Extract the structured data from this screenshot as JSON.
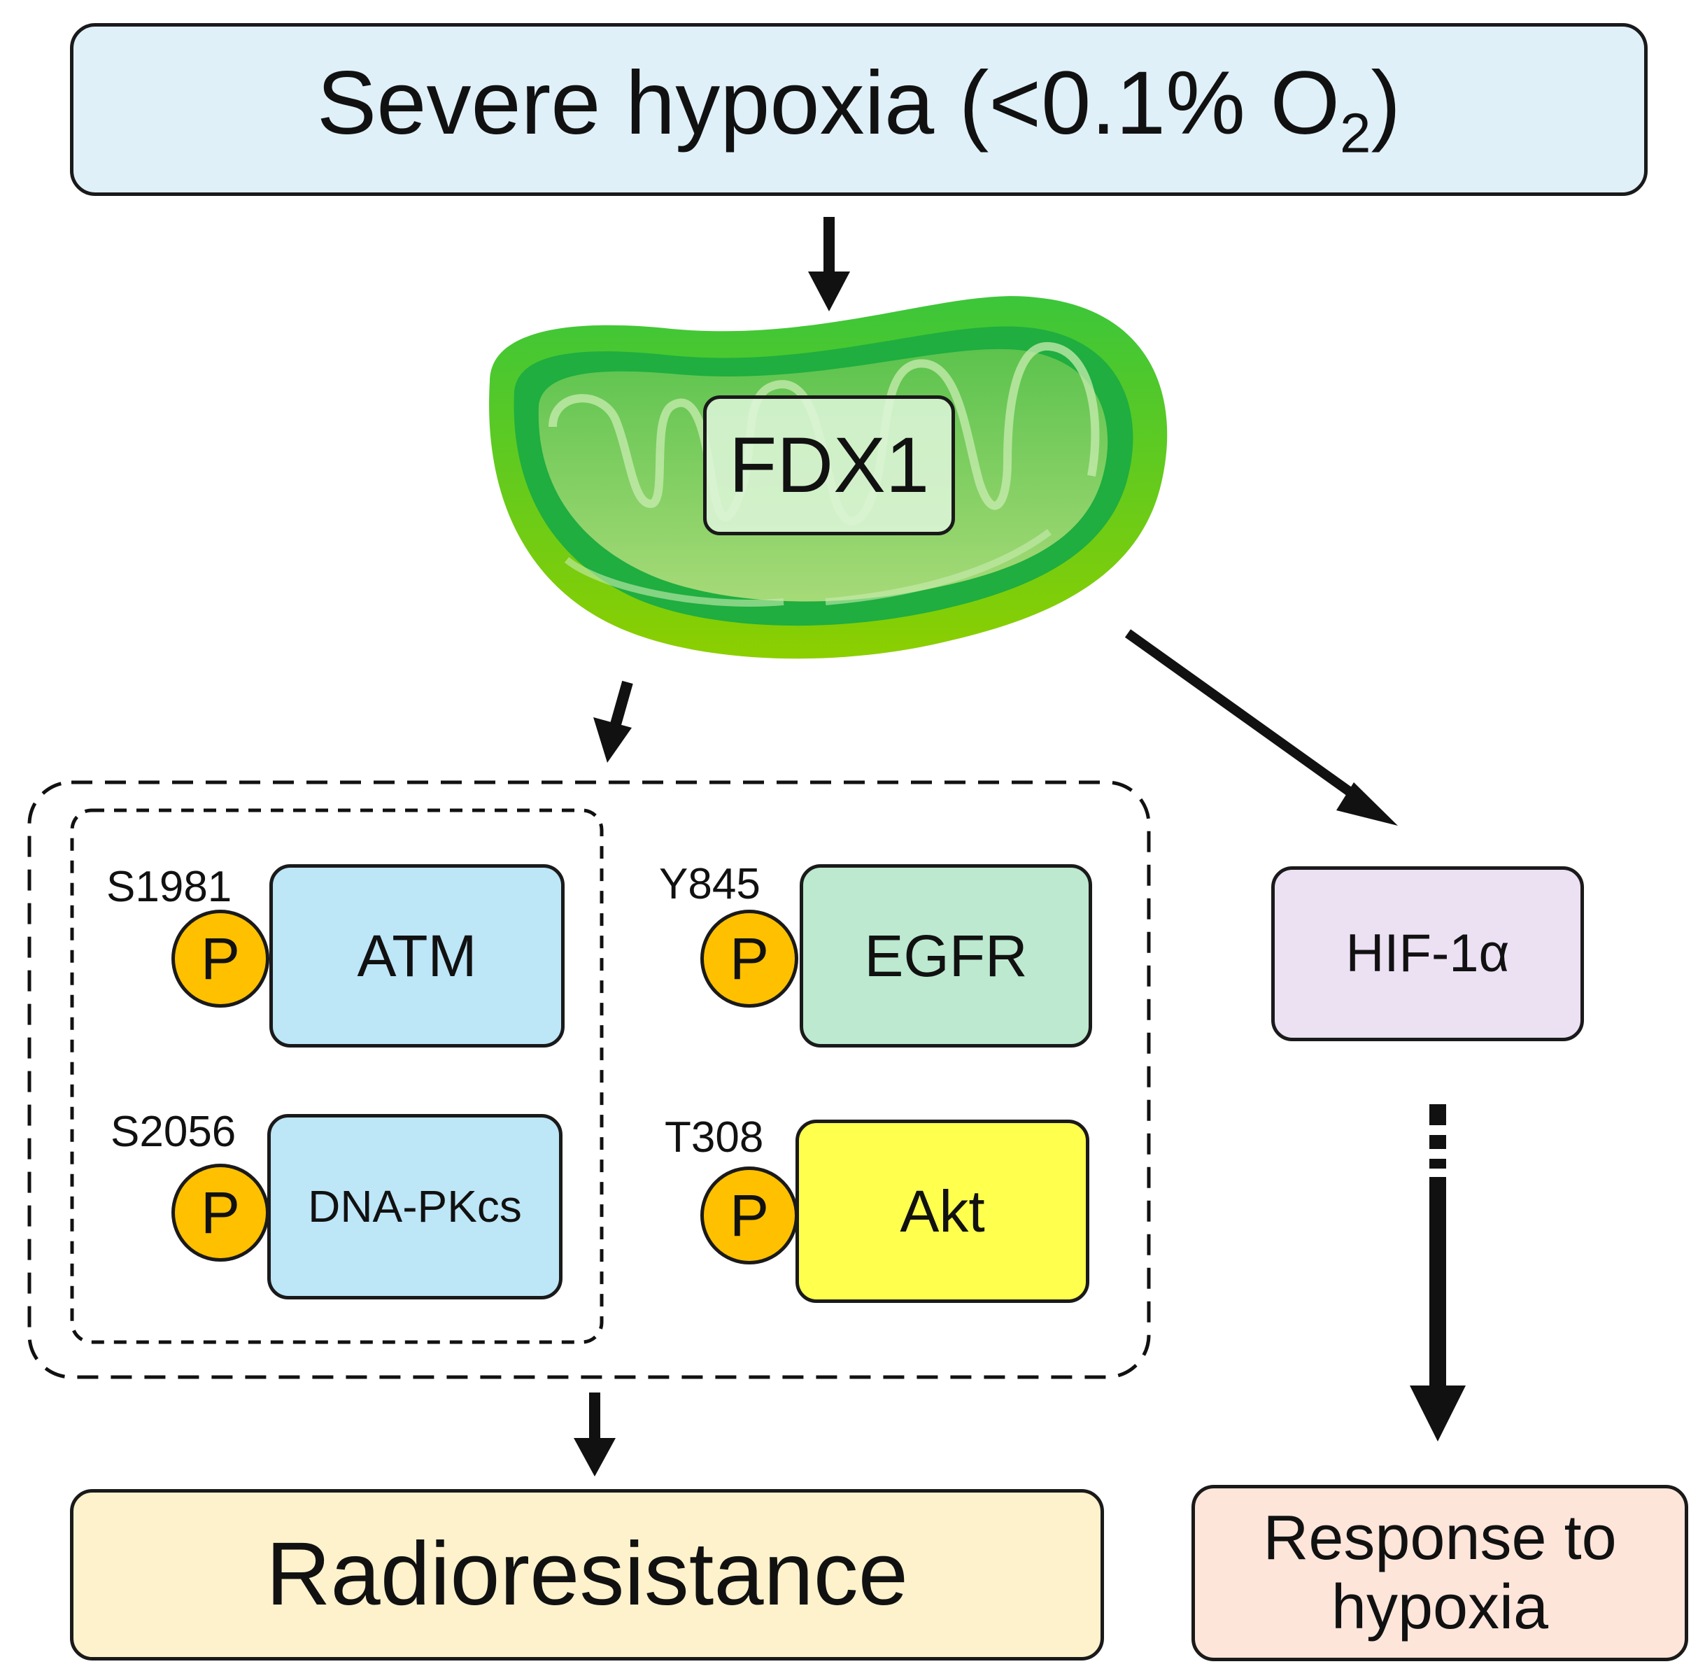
{
  "top": {
    "main": "Severe hypoxia (<0.1% O",
    "sub": "2",
    "close": ")"
  },
  "mito": {
    "label": "FDX1"
  },
  "proteins": [
    {
      "name": "ATM",
      "site": "S1981",
      "fill": "#bde6f7"
    },
    {
      "name": "DNA-PKcs",
      "site": "S2056",
      "fill": "#bde6f7"
    },
    {
      "name": "EGFR",
      "site": "Y845",
      "fill": "#bce9cf"
    },
    {
      "name": "Akt",
      "site": "T308",
      "fill": "#ffff4d"
    }
  ],
  "phospho_label": "P",
  "hif": {
    "label": "HIF-1α"
  },
  "outcomes": {
    "radioresistance": "Radioresistance",
    "response_line1": "Response to",
    "response_line2": "hypoxia"
  },
  "colors": {
    "top_fill": "#dff0f8",
    "hif_fill": "#ece0f3",
    "radio_fill": "#fdf2cc",
    "response_fill": "#fde5da",
    "phospho_fill": "#ffc000",
    "mito_outer": "#7fd11c",
    "mito_inner": "#21b24a"
  }
}
